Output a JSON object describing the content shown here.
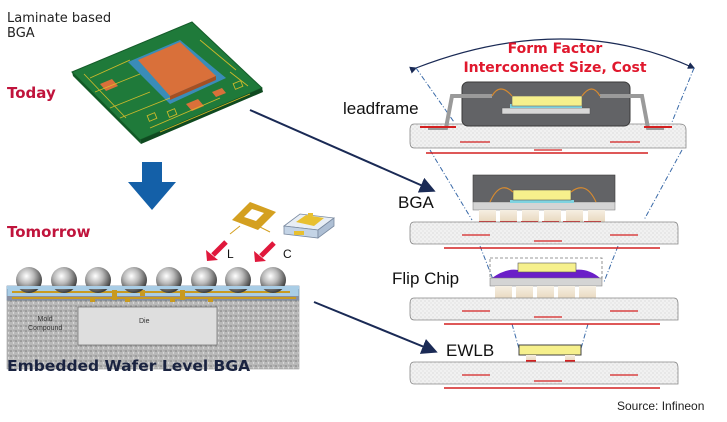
{
  "left_panel": {
    "top_label": [
      "Laminate based",
      "BGA"
    ],
    "today_label": "Today",
    "tomorrow_label": "Tomorrow",
    "inductor_label": "L",
    "capacitor_label": "C",
    "mold_label": [
      "Mold",
      "Compound"
    ],
    "die_label": "Die",
    "bottom_title": "Embedded Wafer Level BGA",
    "colors": {
      "red_accent": "#c0143c",
      "blue_arrow": "#1460a8",
      "pcb_green": "#1f7a3a",
      "gold": "#d4a020"
    }
  },
  "right_panel": {
    "heading_line1": "Form Factor",
    "heading_line2": "Interconnect Size, Cost",
    "packages": [
      {
        "id": "leadframe",
        "label": "leadframe"
      },
      {
        "id": "bga",
        "label": "BGA"
      },
      {
        "id": "flip-chip",
        "label": "Flip Chip"
      },
      {
        "id": "ewlb",
        "label": "EWLB"
      }
    ],
    "source": "Source: Infineon",
    "colors": {
      "heading_red": "#e0182d",
      "die_yellow": "#f6f08c",
      "underfill_purple": "#6a1ec8",
      "trace_red": "#d42020"
    }
  }
}
